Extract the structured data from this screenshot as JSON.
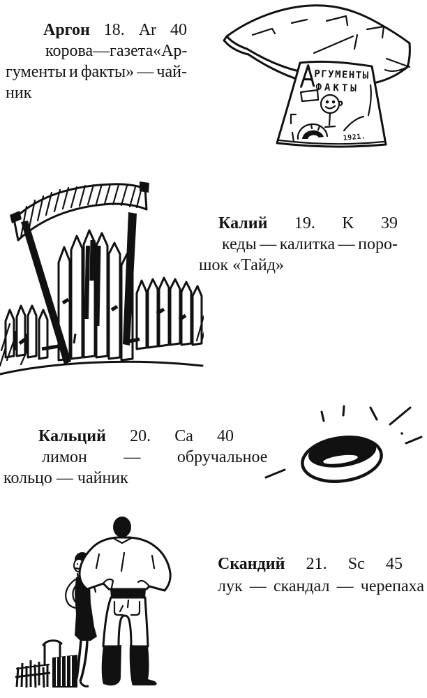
{
  "page": {
    "background": "#ffffff",
    "ink": "#111111"
  },
  "entries": [
    {
      "name": "Аргон",
      "number": "18.",
      "symbol": "Ar",
      "mass": "40",
      "body_lines": [
        "корова — газета «Ар-",
        "гументы и факты» — чай-",
        "ник"
      ]
    },
    {
      "name": "Калий",
      "number": "19.",
      "symbol": "K",
      "mass": "39",
      "body_lines": [
        "кеды — калитка — поро-",
        "шок «Тайд»"
      ]
    },
    {
      "name": "Кальций",
      "number": "20.",
      "symbol": "Ca",
      "mass": "40",
      "body_lines": [
        "лимон — обручальное —",
        "кольцо — чайник"
      ]
    },
    {
      "name": "Скандий",
      "number": "21.",
      "symbol": "Sc",
      "mass": "45",
      "body_lines": [
        "лук — скандал — черепаха"
      ]
    }
  ],
  "illustrations": {
    "newspaper": {
      "masthead_initial": "А",
      "masthead_rest": "РГУМЕНТЫ",
      "masthead_line2": "ФАКТЫ",
      "scribble": "1921."
    }
  }
}
